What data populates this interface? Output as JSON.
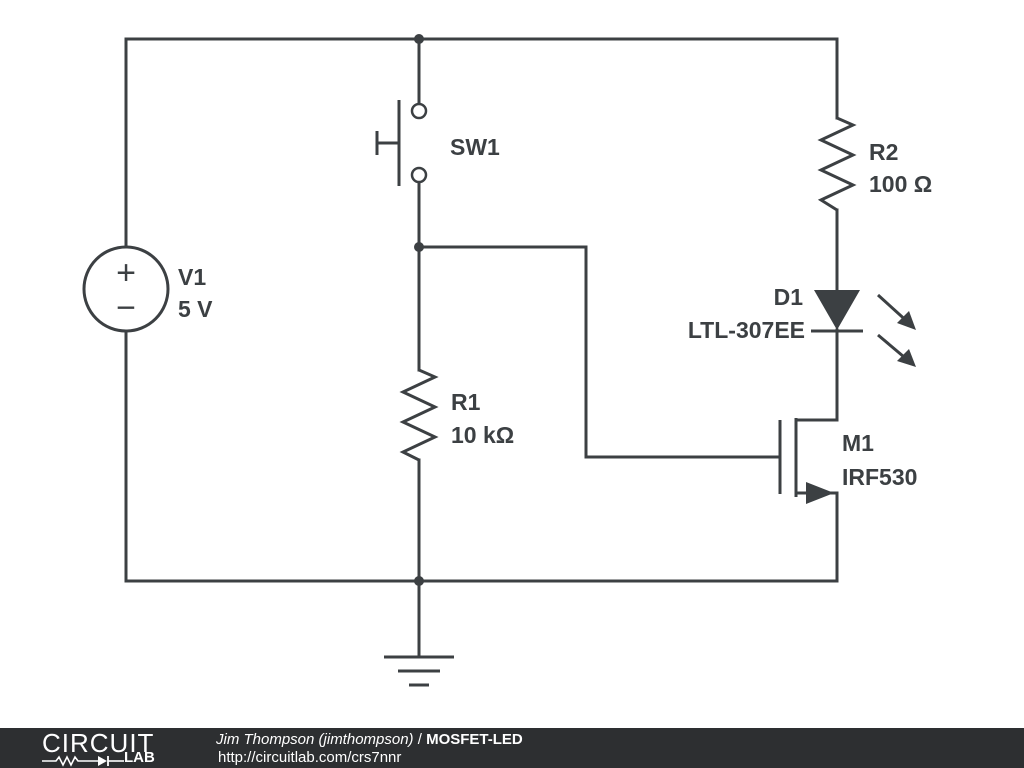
{
  "components": {
    "v1": {
      "ref": "V1",
      "value": "5 V",
      "plus": "+",
      "minus": "−"
    },
    "sw1": {
      "ref": "SW1"
    },
    "r1": {
      "ref": "R1",
      "value": "10 kΩ"
    },
    "r2": {
      "ref": "R2",
      "value": "100 Ω"
    },
    "d1": {
      "ref": "D1",
      "value": "LTL-307EE"
    },
    "m1": {
      "ref": "M1",
      "value": "IRF530"
    }
  },
  "footer": {
    "logo_top": "CIRCUIT",
    "logo_bottom": "LAB",
    "author": "Jim Thompson (jimthompson)",
    "separator": " / ",
    "title": "MOSFET-LED",
    "url": "http://circuitlab.com/crs7nnr"
  },
  "colors": {
    "ink": "#3c4043",
    "footer_bg": "#2d2f31"
  }
}
